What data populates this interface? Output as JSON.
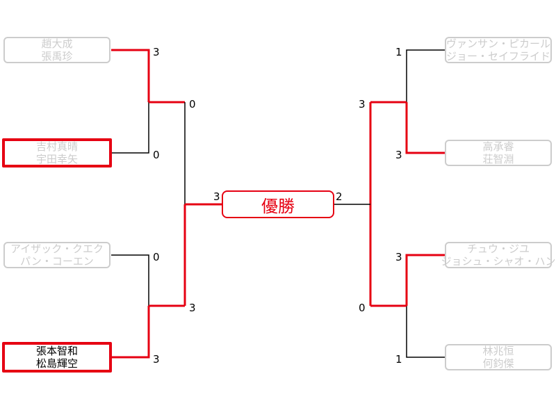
{
  "champion_label": "優勝",
  "colors": {
    "winner_line": "#e60012",
    "loser_line": "#000000",
    "inactive_text": "#cccccc",
    "active_text": "#000000"
  },
  "left": {
    "teams": [
      {
        "line1": "趙大成",
        "line2": "張禹珍",
        "score": "3"
      },
      {
        "line1": "吉村真晴",
        "line2": "宇田幸矢",
        "score": "0"
      },
      {
        "line1": "アイザック・クエク",
        "line2": "パン・コーエン",
        "score": "0"
      },
      {
        "line1": "張本智和",
        "line2": "松島輝空",
        "score": "3"
      }
    ],
    "semi_scores": [
      "0",
      "3"
    ],
    "final_score": "3"
  },
  "right": {
    "teams": [
      {
        "line1": "ヴァンサン・ピカール",
        "line2": "ジョー・セイフライド",
        "score": "1"
      },
      {
        "line1": "高承睿",
        "line2": "荘智淵",
        "score": "3"
      },
      {
        "line1": "チュウ・ジユ",
        "line2": "ジョシュ・シャオ・ハン",
        "score": "3"
      },
      {
        "line1": "林兆恒",
        "line2": "何鈞傑",
        "score": "1"
      }
    ],
    "semi_scores": [
      "3",
      "0"
    ],
    "final_score": "2"
  }
}
